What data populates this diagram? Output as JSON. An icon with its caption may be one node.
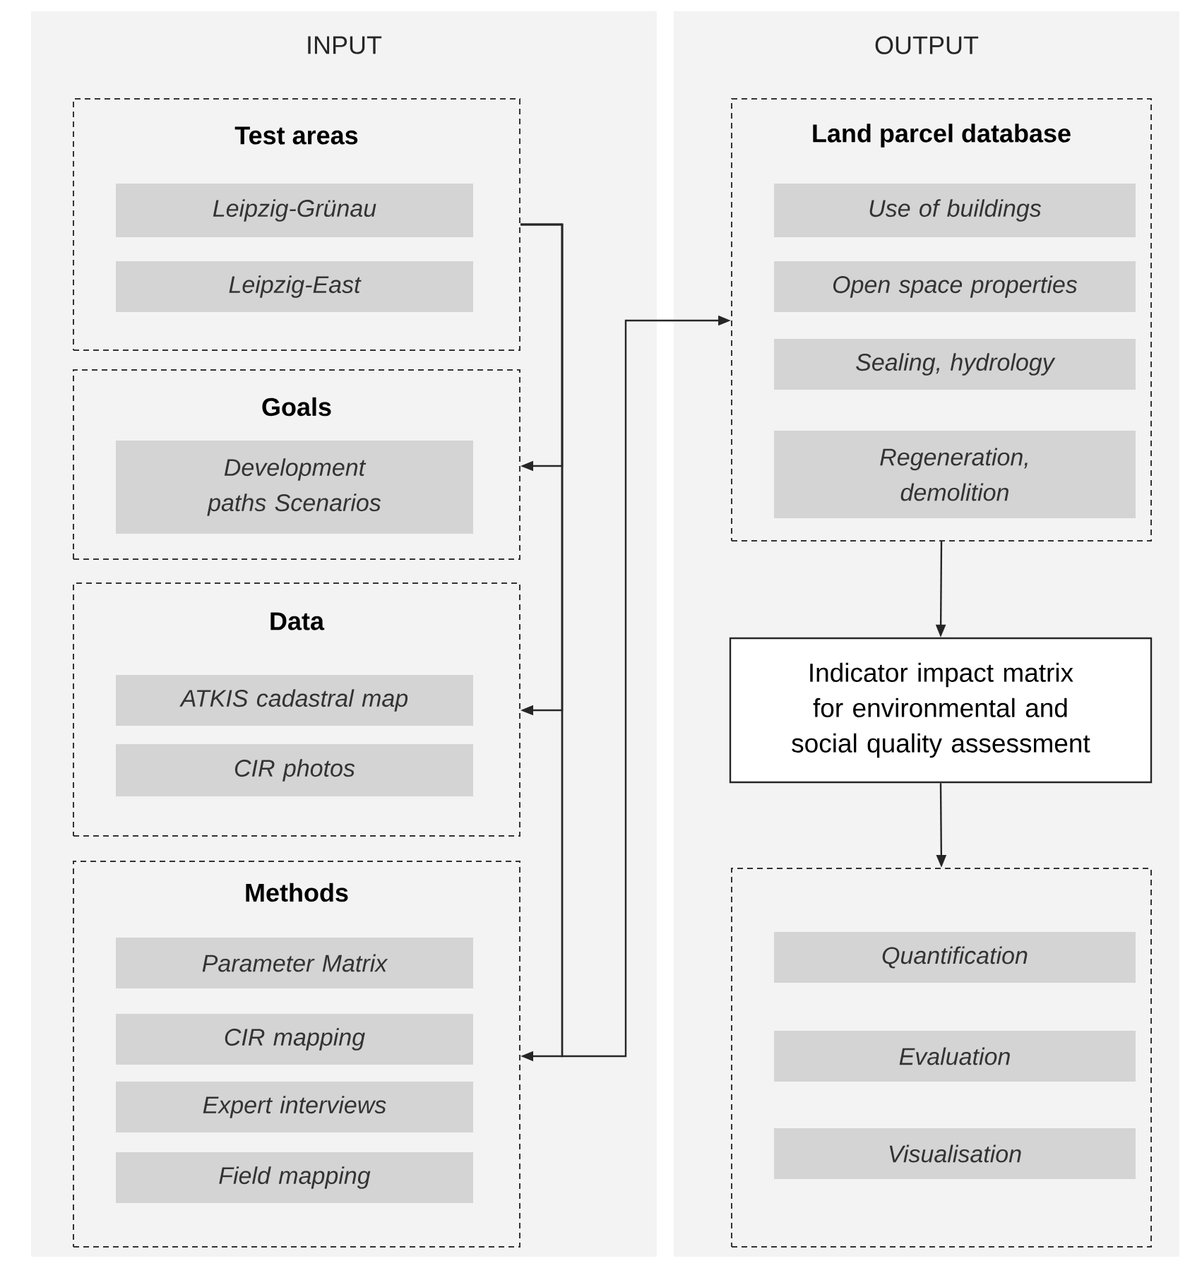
{
  "diagram": {
    "nodes": [
      {
        "text": [
          "INPUT"
        ]
      },
      {
        "text": [
          "Test areas"
        ],
        "in": 0
      },
      {
        "text": [
          "Leipzig-Grünau"
        ],
        "in": 1
      },
      {
        "text": [
          "Leipzig-East"
        ],
        "in": 1
      },
      {
        "text": [
          "Goals"
        ],
        "in": 0
      },
      {
        "text": [
          "Development paths Scenarios"
        ],
        "in": 4
      },
      {
        "text": [
          "Data"
        ],
        "in": 0
      },
      {
        "text": [
          "ATKIS cadastral map"
        ],
        "in": 6
      },
      {
        "text": [
          "CIR photos"
        ],
        "in": 6
      },
      {
        "text": [
          "Methods"
        ],
        "in": 0
      },
      {
        "text": [
          "Parameter Matrix"
        ],
        "in": 9
      },
      {
        "text": [
          "CIR mapping"
        ],
        "in": 9
      },
      {
        "text": [
          "Expert interviews"
        ],
        "in": 9
      },
      {
        "text": [
          "Field mapping"
        ],
        "in": 9
      },
      {
        "text": [
          "OUTPUT"
        ]
      },
      {
        "text": [
          "Land parcel database"
        ],
        "in": 14
      },
      {
        "text": [
          "Use of buildings"
        ],
        "in": 15
      },
      {
        "text": [
          "Open space properties"
        ],
        "in": 15
      },
      {
        "text": [
          "Sealing, hydrology"
        ],
        "in": 15
      },
      {
        "text": [
          "Regeneration, demolition"
        ],
        "in": 15
      },
      {
        "text": [
          "Indicator impact matrix for environmental and social quality assessment"
        ],
        "in": 14
      },
      {
        "text": [],
        "shape": "box",
        "in": 14
      },
      {
        "text": [
          "Quantification"
        ],
        "in": 21
      },
      {
        "text": [
          "Evaluation"
        ],
        "in": 21
      },
      {
        "text": [
          "Visualisation"
        ],
        "in": 21
      }
    ],
    "edges": [
      {
        "from": 1,
        "to": 4,
        "arrow": "to"
      },
      {
        "from": 1,
        "to": 6,
        "arrow": "to"
      },
      {
        "from": 1,
        "to": 9,
        "arrow": "to"
      },
      {
        "from": 1,
        "to": 15,
        "arrow": "to"
      },
      {
        "from": 15,
        "to": 20,
        "arrow": "to"
      },
      {
        "from": 20,
        "to": 21,
        "arrow": "to"
      }
    ]
  }
}
